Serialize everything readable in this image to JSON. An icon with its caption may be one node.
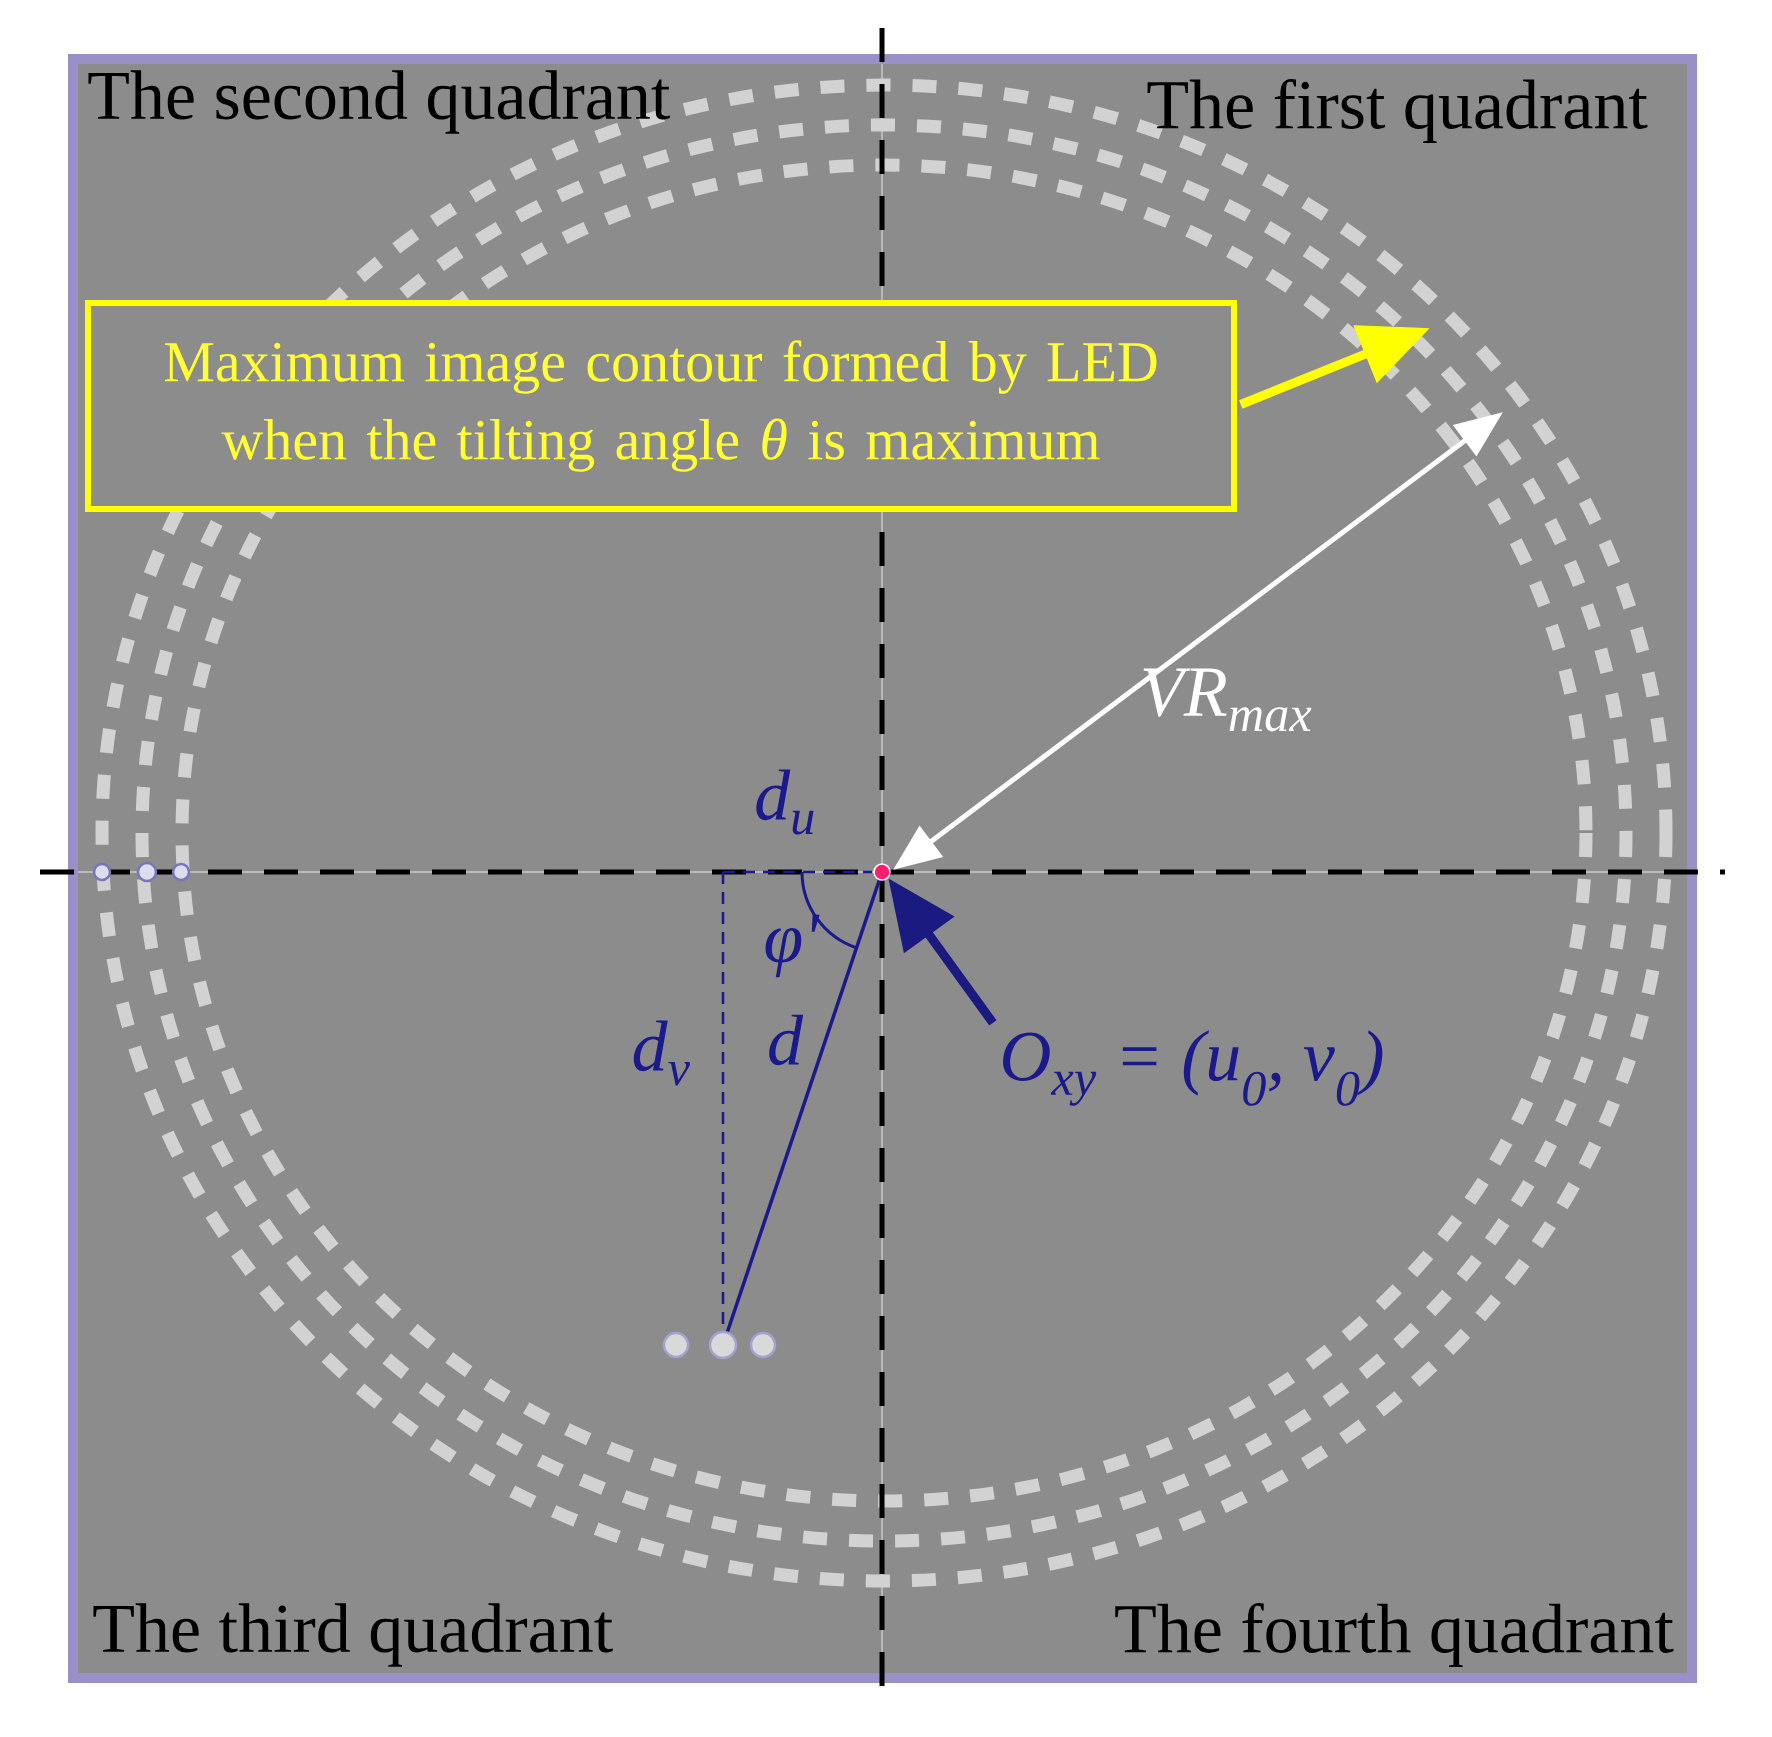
{
  "diagram": {
    "nodes": [
      {
        "text": [
          "Maximum image contour formed by LED when the tilting angle *θ* is maximum"
        ]
      },
      {
        "text": [
          "O$_{xy}$ = (u$_{0}$, v$_{0}$)"
        ]
      },
      {
        "text": [],
        "shape": "circle"
      }
    ],
    "edges": [
      {
        "from": 0,
        "to": null,
        "arrow": "to",
        "color": "#ffff00"
      },
      {
        "from": 1,
        "to": 2,
        "arrow": "to",
        "color": "#1a1a80"
      }
    ],
    "labels": [
      "The second quadrant",
      "The first quadrant",
      "VR$_{max}$",
      "d$_{u}$",
      "φ'",
      "d$_{v}$",
      "d",
      "The third quadrant",
      "The fourth quadrant"
    ]
  }
}
